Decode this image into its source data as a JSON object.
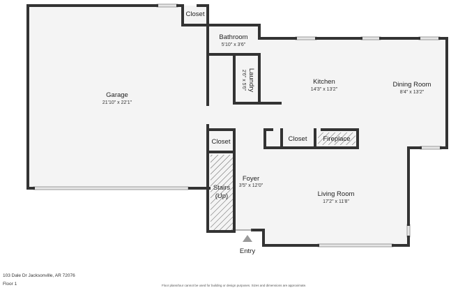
{
  "rooms": {
    "garage": {
      "name": "Garage",
      "dims": "21'10\" x 22'1\""
    },
    "closet_top": {
      "name": "Closet"
    },
    "bathroom": {
      "name": "Bathroom",
      "dims": "5'10\" x 3'6\""
    },
    "laundry": {
      "name": "Laundry",
      "dims": "2'6\" x 5'6\""
    },
    "kitchen": {
      "name": "Kitchen",
      "dims": "14'3\" x 13'2\""
    },
    "dining": {
      "name": "Dining Room",
      "dims": "8'4\" x 13'2\""
    },
    "closet_mid": {
      "name": "Closet"
    },
    "closet_living": {
      "name": "Closet"
    },
    "fireplace": {
      "name": "Fireplace"
    },
    "foyer": {
      "name": "Foyer",
      "dims": "3'5\" x 12'0\""
    },
    "stairs": {
      "name": "Stairs",
      "sub": "(Up)"
    },
    "living": {
      "name": "Living Room",
      "dims": "17'2\" x 11'8\""
    }
  },
  "entry_label": "Entry",
  "footer": {
    "address": "103 Dale Dr Jacksonville, AR 72076",
    "floor": "Floor 1",
    "disclaimer": "Floor plans/tour cannot be used for building or design purposes. Sizes and dimensions are approximate."
  },
  "colors": {
    "wall": "#333333",
    "floor": "#f4f4f4",
    "background": "#ffffff"
  }
}
